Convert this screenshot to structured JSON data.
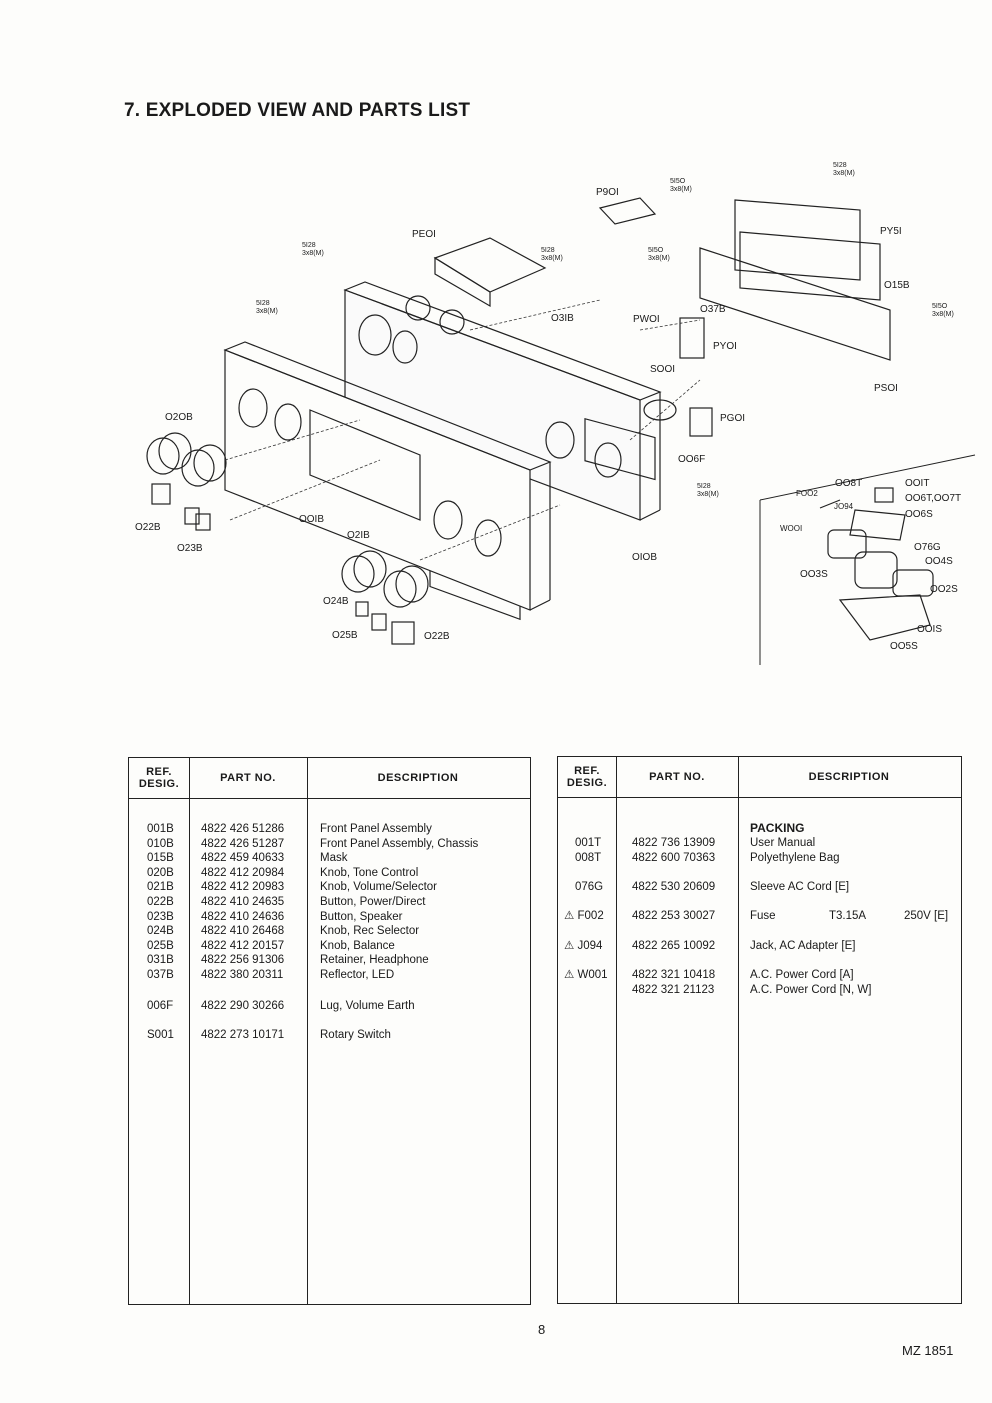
{
  "title": "7. EXPLODED VIEW AND PARTS LIST",
  "diagram_labels": {
    "p901": "P9OI",
    "pe01": "PEOI",
    "py51": "PY5I",
    "015b": "O15B",
    "031b": "O3IB",
    "pw01": "PWOI",
    "037b": "O37B",
    "py01": "PYOI",
    "s001": "SOOI",
    "pg01": "PGOI",
    "006f": "OO6F",
    "ps01": "PSOI",
    "020b": "O2OB",
    "022b_a": "O22B",
    "023b": "O23B",
    "001b": "OOIB",
    "021b": "O2IB",
    "010b": "OIOB",
    "024b": "O24B",
    "025b": "O25B",
    "022b_b": "O22B",
    "008t": "OO8T",
    "001t": "OOIT",
    "006t": "OO6T,OO7T",
    "006s": "OO6S",
    "f002": "FOO2",
    "j094": "JO94",
    "w001": "WOOI",
    "076g": "O76G",
    "004s": "OO4S",
    "003s": "OO3S",
    "002s": "OO2S",
    "001s": "OOIS",
    "005s": "OO5S",
    "screw_5128": "5I28",
    "screw_5150": "5I5O",
    "screw_size": "3x8(M)"
  },
  "table_headers": {
    "ref": "REF.\nDESIG.",
    "part": "PART NO.",
    "desc": "DESCRIPTION"
  },
  "left_table": [
    {
      "ref": "001B",
      "part": "4822 426 51286",
      "desc": "Front Panel Assembly"
    },
    {
      "ref": "010B",
      "part": "4822 426 51287",
      "desc": "Front Panel Assembly, Chassis"
    },
    {
      "ref": "015B",
      "part": "4822 459 40633",
      "desc": "Mask"
    },
    {
      "ref": "020B",
      "part": "4822 412 20984",
      "desc": "Knob, Tone Control"
    },
    {
      "ref": "021B",
      "part": "4822 412 20983",
      "desc": "Knob, Volume/Selector"
    },
    {
      "ref": "022B",
      "part": "4822 410 24635",
      "desc": "Button, Power/Direct"
    },
    {
      "ref": "023B",
      "part": "4822 410 24636",
      "desc": "Button, Speaker"
    },
    {
      "ref": "024B",
      "part": "4822 410 26468",
      "desc": "Knob, Rec Selector"
    },
    {
      "ref": "025B",
      "part": "4822 412 20157",
      "desc": "Knob, Balance"
    },
    {
      "ref": "031B",
      "part": "4822 256 91306",
      "desc": "Retainer, Headphone"
    },
    {
      "ref": "037B",
      "part": "4822 380 20311",
      "desc": "Reflector, LED"
    },
    {
      "ref": "006F",
      "part": "4822 290 30266",
      "desc": "Lug, Volume Earth"
    },
    {
      "ref": "S001",
      "part": "4822 273 10171",
      "desc": "Rotary Switch"
    }
  ],
  "right_table": {
    "section": "PACKING",
    "rows": [
      {
        "ref": "001T",
        "part": "4822 736 13909",
        "desc": "User Manual",
        "extra": "",
        "extra2": ""
      },
      {
        "ref": "008T",
        "part": "4822 600 70363",
        "desc": "Polyethylene Bag",
        "extra": "",
        "extra2": ""
      },
      {
        "ref": "076G",
        "part": "4822 530 20609",
        "desc": "Sleeve AC Cord [E]",
        "extra": "",
        "extra2": ""
      },
      {
        "ref": "⚠ F002",
        "part": "4822 253 30027",
        "desc": "Fuse",
        "extra": "T3.15A",
        "extra2": "250V [E]"
      },
      {
        "ref": "⚠ J094",
        "part": "4822 265 10092",
        "desc": "Jack, AC Adapter [E]",
        "extra": "",
        "extra2": ""
      },
      {
        "ref": "⚠ W001",
        "part": "4822 321 10418",
        "desc": "A.C. Power Cord [A]",
        "extra": "",
        "extra2": ""
      },
      {
        "ref": "",
        "part": "4822 321 21123",
        "desc": "A.C. Power Cord [N, W]",
        "extra": "",
        "extra2": ""
      }
    ]
  },
  "page_number": "8",
  "doc_code": "MZ 1851"
}
